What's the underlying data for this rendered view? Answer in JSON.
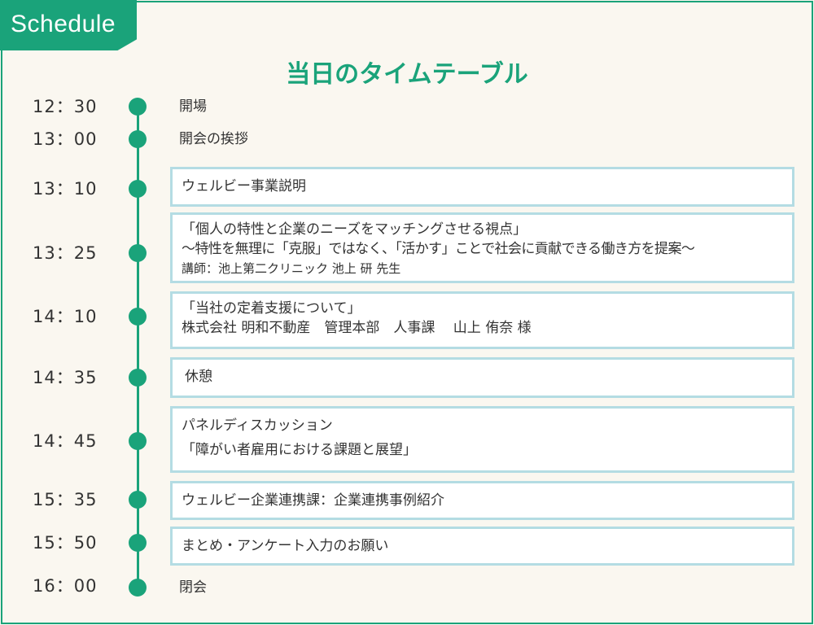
{
  "badge": "Schedule",
  "title": "当日のタイムテーブル",
  "items": [
    {
      "time": "12：30",
      "lines": [
        "開場"
      ]
    },
    {
      "time": "13：00",
      "lines": [
        "開会の挨拶"
      ]
    },
    {
      "time": "13：10",
      "lines": [
        "ウェルビー事業説明"
      ]
    },
    {
      "time": "13：25",
      "lines": [
        "「個人の特性と企業のニーズをマッチングさせる視点」",
        "～特性を無理に「克服」ではなく、「活かす」ことで社会に貢献できる働き方を提案～",
        "講師：池上第二クリニック 池上 研 先生"
      ]
    },
    {
      "time": "14：10",
      "lines": [
        "「当社の定着支援について」",
        "株式会社 明和不動産　管理本部　人事課　 山上 侑奈 様"
      ]
    },
    {
      "time": "14：35",
      "lines": [
        "休憩"
      ]
    },
    {
      "time": "14：45",
      "lines": [
        "パネルディスカッション",
        "「障がい者雇用における課題と展望」"
      ]
    },
    {
      "time": "15：35",
      "lines": [
        "ウェルビー企業連携課：企業連携事例紹介"
      ]
    },
    {
      "time": "15：50",
      "lines": [
        "まとめ・アンケート入力のお願い"
      ]
    },
    {
      "time": "16：00",
      "lines": [
        "閉会"
      ]
    }
  ],
  "colors": {
    "accent": "#1aa37a",
    "box_border": "#b4dce3",
    "background": "#faf7f0"
  }
}
